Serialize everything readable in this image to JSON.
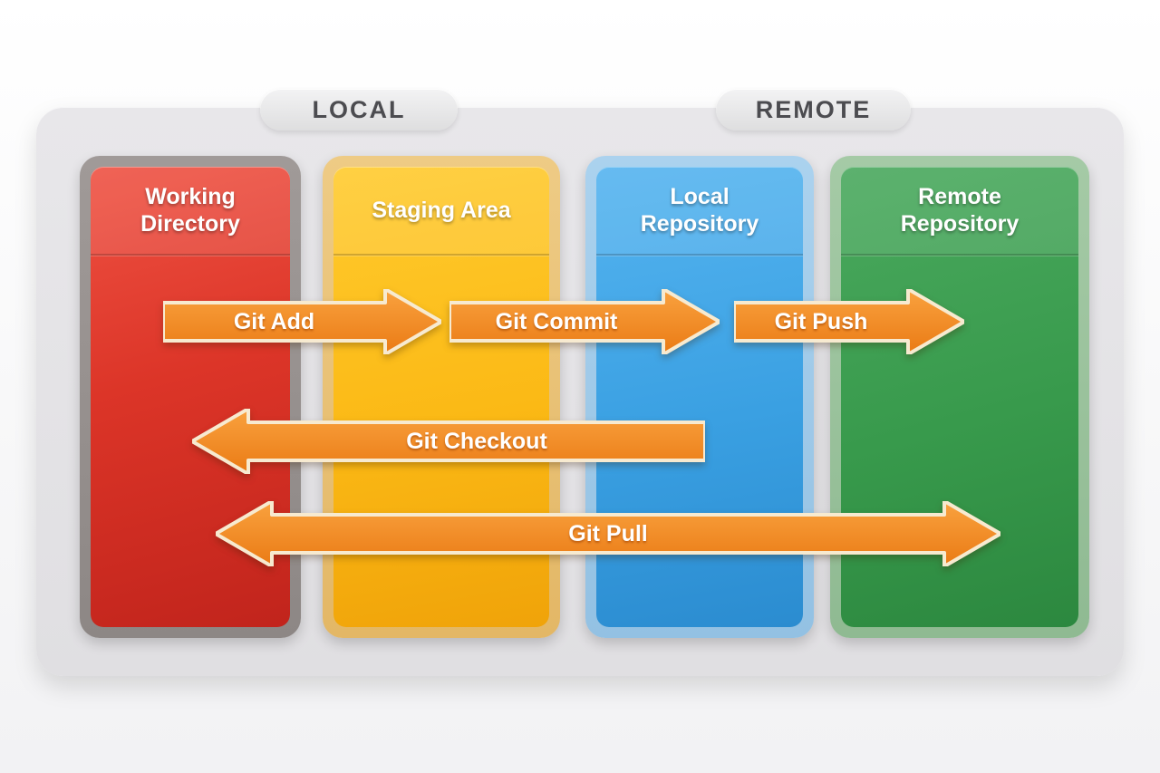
{
  "badges": {
    "local": "LOCAL",
    "remote": "REMOTE"
  },
  "columns": [
    {
      "id": "working-directory",
      "title": "Working Directory"
    },
    {
      "id": "staging-area",
      "title": "Staging Area"
    },
    {
      "id": "local-repository",
      "title": "Local Repository"
    },
    {
      "id": "remote-repository",
      "title": "Remote Repository"
    }
  ],
  "arrows": [
    {
      "id": "git-add",
      "label": "Git Add",
      "direction": "right",
      "from": "working-directory",
      "to": "staging-area"
    },
    {
      "id": "git-commit",
      "label": "Git Commit",
      "direction": "right",
      "from": "staging-area",
      "to": "local-repository"
    },
    {
      "id": "git-push",
      "label": "Git Push",
      "direction": "right",
      "from": "local-repository",
      "to": "remote-repository"
    },
    {
      "id": "git-checkout",
      "label": "Git Checkout",
      "direction": "left",
      "from": "local-repository",
      "to": "working-directory"
    },
    {
      "id": "git-pull",
      "label": "Git Pull",
      "direction": "both",
      "from": "remote-repository",
      "to": "working-directory"
    }
  ],
  "colors": {
    "working_directory": "#d53529",
    "staging_area": "#f9b614",
    "local_repository": "#3aa0e2",
    "remote_repository": "#389a4c",
    "arrow_fill": "#f08c21",
    "arrow_outline": "#f7ead0",
    "panel_background": "#e4e3e6",
    "badge_text": "#4c4c50"
  }
}
